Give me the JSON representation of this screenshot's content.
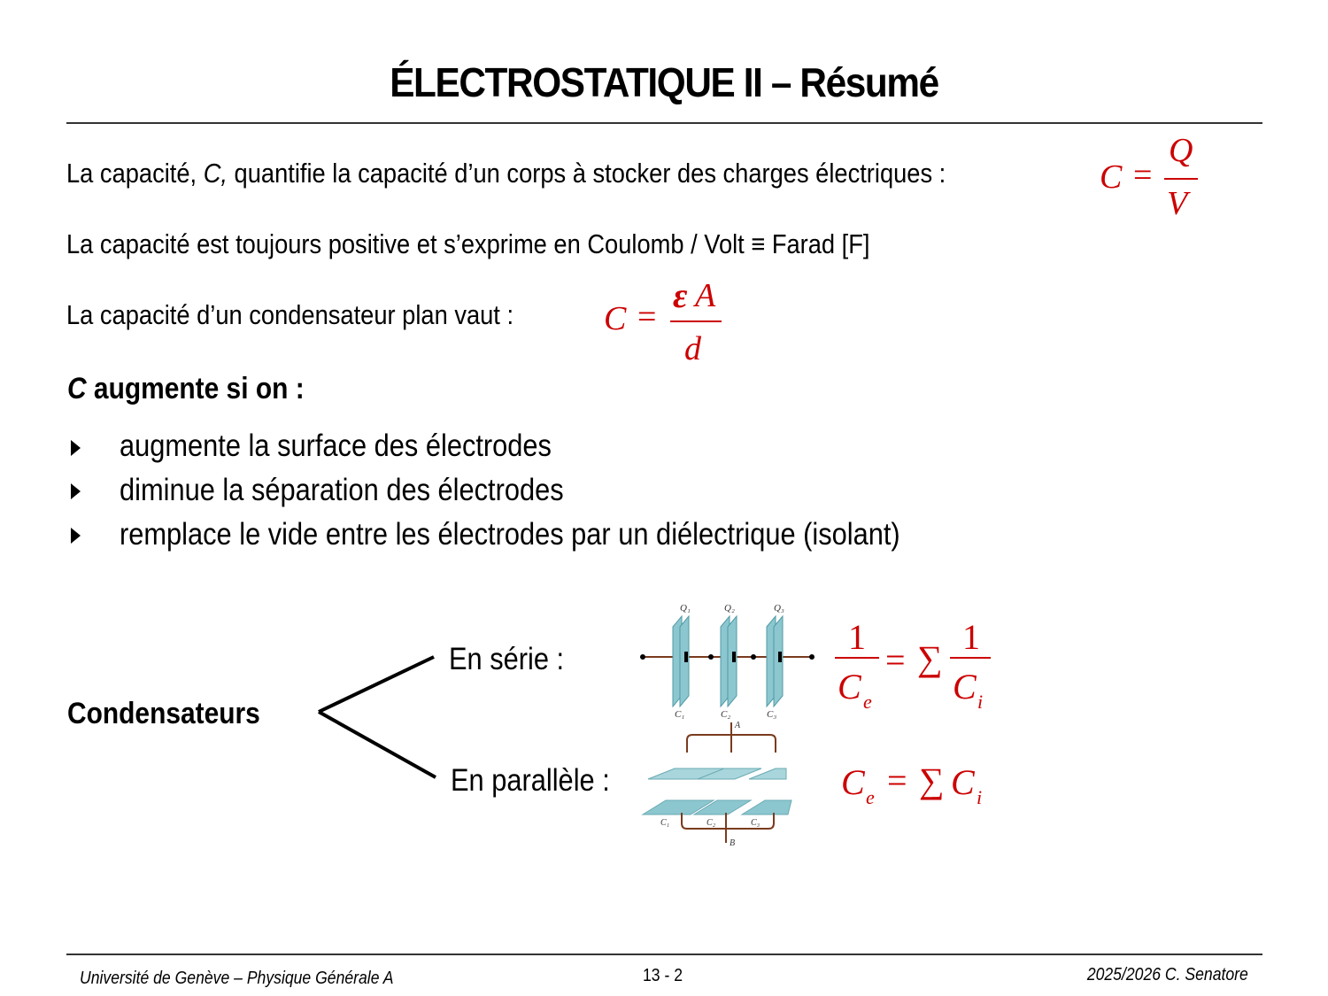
{
  "slide": {
    "title": "ÉLECTROSTATIQUE II – Résumé",
    "lines": {
      "line1_pre": "La capacité, ",
      "line1_var": "C,",
      "line1_post": " quantifie la capacité d’un corps à stocker des charges électriques :",
      "line2": "La capacité est toujours positive et s’exprime en  Coulomb / Volt ≡ Farad [F]",
      "line3": "La capacité d’un condensateur plan vaut :"
    },
    "formulas": {
      "capacity": {
        "lhs": "C",
        "eq": "=",
        "num": "Q",
        "den": "V"
      },
      "plane": {
        "lhs": "C",
        "eq": "=",
        "num_eps": "ε",
        "num_a": "A",
        "den": "d"
      },
      "series": {
        "num1": "1",
        "den1": "C",
        "den1_sub": "e",
        "eq": "=",
        "sigma": "∑",
        "num2": "1",
        "den2": "C",
        "den2_sub": "i"
      },
      "parallel": {
        "lhs": "C",
        "lhs_sub": "e",
        "eq": "=",
        "sigma": "∑",
        "rhs": "C",
        "rhs_sub": "i"
      }
    },
    "increase": {
      "heading_var": "C",
      "heading_text": " augmente si on :",
      "bullets": [
        "augmente la surface des électrodes",
        "diminue la séparation des électrodes",
        "remplace le vide entre les électrodes par un diélectrique (isolant)"
      ]
    },
    "condensateurs": {
      "label": "Condensateurs",
      "series_label": "En série :",
      "parallel_label": "En parallèle :",
      "series_figure": {
        "charges": [
          "Q1",
          "Q2",
          "Q3"
        ],
        "caps": [
          "C1",
          "C2",
          "C3"
        ]
      },
      "parallel_figure": {
        "caps": [
          "C1",
          "C2",
          "C3"
        ],
        "top_node": "A",
        "bottom_node": "B"
      }
    },
    "colors": {
      "formula": "#cc0000",
      "plate": "#8cc7cf",
      "wire": "#7a3b1e"
    }
  },
  "footer": {
    "left": "Université de Genève – Physique Générale A",
    "center": "13 - 2",
    "right": "2025/2026  C. Senatore"
  }
}
